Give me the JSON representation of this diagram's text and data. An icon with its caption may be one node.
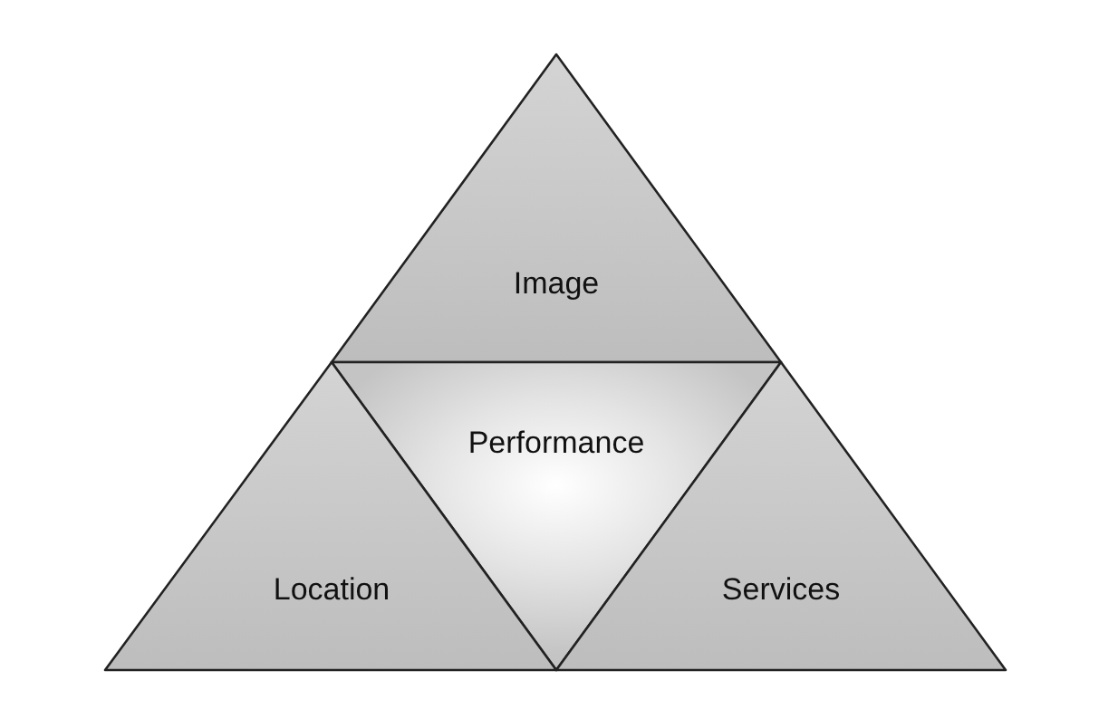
{
  "diagram": {
    "nodes": [
      {
        "text": [
          "Image"
        ]
      },
      {
        "text": [
          "Performance"
        ]
      },
      {
        "text": [
          "Location"
        ]
      },
      {
        "text": [
          "Services"
        ]
      }
    ]
  }
}
